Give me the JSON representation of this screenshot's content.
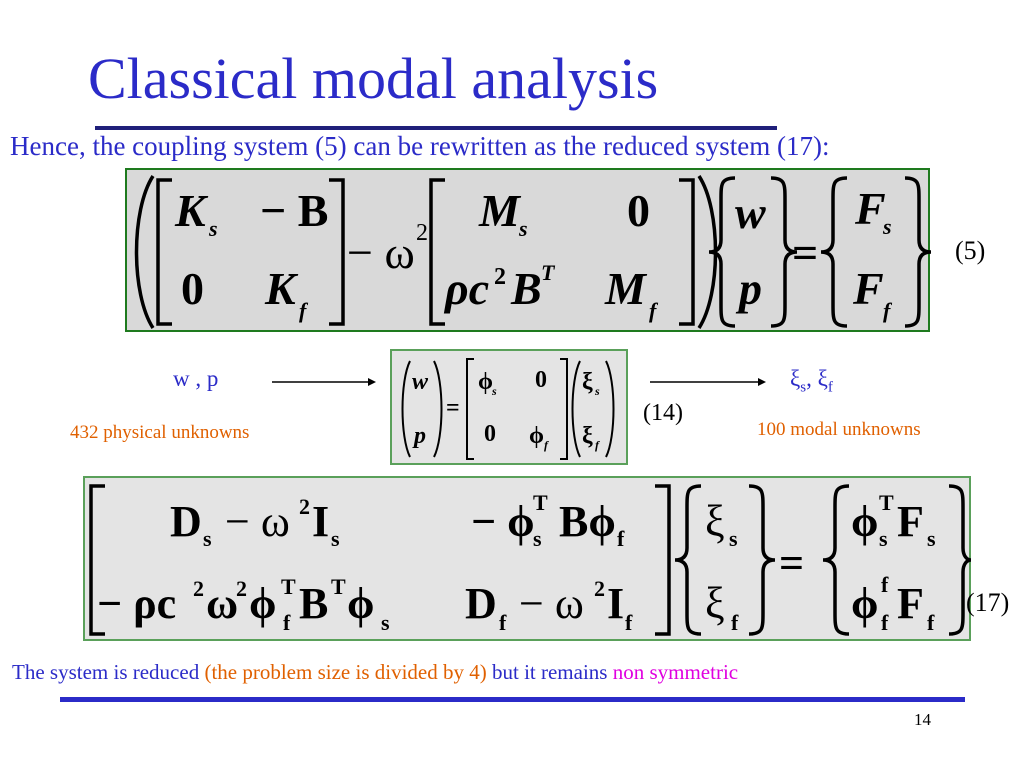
{
  "slide": {
    "title": "Classical modal analysis",
    "intro": "Hence, the coupling system (5) can be rewritten as the reduced system (17):",
    "page_number": "14"
  },
  "eq5": {
    "number": "(5)",
    "K_s": "K",
    "K_s_sub": "s",
    "minus_B": "− B",
    "zero": "0",
    "K_f": "K",
    "K_f_sub": "f",
    "minus_omega": "− ω",
    "sq": "2",
    "M_s": "M",
    "M_s_sub": "s",
    "rho_c": "ρc",
    "B_T": "B",
    "T": "T",
    "M_f": "M",
    "M_f_sub": "f",
    "w": "w",
    "p": "p",
    "equals": "=",
    "F_s": "F",
    "F_s_sub": "s",
    "F_f": "F",
    "F_f_sub": "f"
  },
  "eq14": {
    "number": "(14)",
    "left_label": "w , p",
    "left_note": "432 physical unknowns",
    "right_label_1": "ξ",
    "right_label_1_sub": "s",
    "right_label_sep": ", ",
    "right_label_2": "ξ",
    "right_label_2_sub": "f",
    "right_note": "100 modal unknowns",
    "w": "w",
    "p": "p",
    "equals": "=",
    "phi": "ϕ",
    "sub_s": "s",
    "sub_f": "f",
    "zero": "0",
    "xi": "ξ"
  },
  "eq17": {
    "number": "(17)",
    "D_s": "D",
    "sub_s": "s",
    "sub_f": "f",
    "minus_omega": "− ω",
    "sq": "2",
    "I": "I",
    "minus_phi": "− ϕ",
    "T": "T",
    "B_phi": "Bϕ",
    "minus_rho": "− ρc",
    "omega": "ω",
    "phi": "ϕ",
    "B": "B",
    "D_f": "D",
    "xi": "ξ",
    "equals": "=",
    "F": "F",
    "f_sup": "f"
  },
  "conclusion": {
    "part1": "The system is reduced ",
    "part2": "(the problem size is divided by 4)",
    "part3": " but it remains ",
    "part4": "non symmetric"
  },
  "colors": {
    "title_blue": "#2b2bc8",
    "orange": "#e06000",
    "magenta": "#e000e0",
    "box_border_green": "#1e7a1e"
  }
}
